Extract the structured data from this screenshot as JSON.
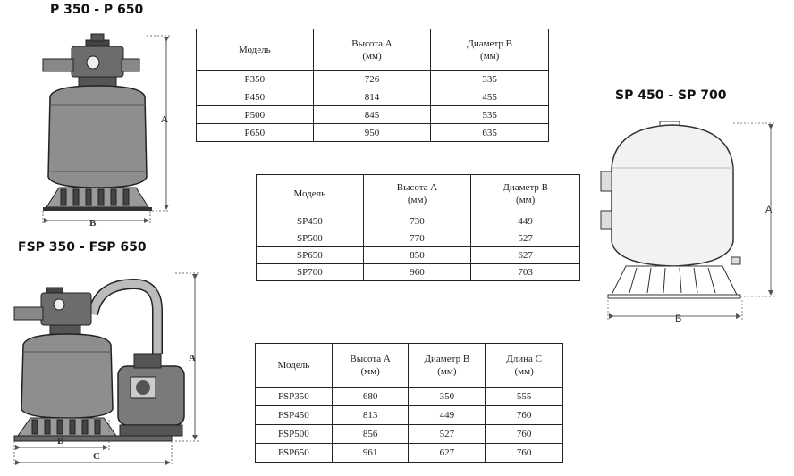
{
  "titles": {
    "p": "P 350 - P 650",
    "fsp": "FSP 350 - FSP 650",
    "sp": "SP 450 - SP 700"
  },
  "dim_labels": {
    "a": "A",
    "b": "B",
    "c": "C"
  },
  "table_p": {
    "headers": [
      "Модель",
      "Высота А\n(мм)",
      "Диаметр В\n(мм)"
    ],
    "rows": [
      [
        "P350",
        "726",
        "335"
      ],
      [
        "P450",
        "814",
        "455"
      ],
      [
        "P500",
        "845",
        "535"
      ],
      [
        "P650",
        "950",
        "635"
      ]
    ]
  },
  "table_sp": {
    "headers": [
      "Модель",
      "Высота А\n(мм)",
      "Диаметр В\n(мм)"
    ],
    "rows": [
      [
        "SP450",
        "730",
        "449"
      ],
      [
        "SP500",
        "770",
        "527"
      ],
      [
        "SP650",
        "850",
        "627"
      ],
      [
        "SP700",
        "960",
        "703"
      ]
    ]
  },
  "table_fsp": {
    "headers": [
      "Модель",
      "Высота А\n(мм)",
      "Диаметр В\n(мм)",
      "Длина С\n(мм)"
    ],
    "rows": [
      [
        "FSP350",
        "680",
        "350",
        "555"
      ],
      [
        "FSP450",
        "813",
        "449",
        "760"
      ],
      [
        "FSP500",
        "856",
        "527",
        "760"
      ],
      [
        "FSP650",
        "961",
        "627",
        "760"
      ]
    ]
  }
}
